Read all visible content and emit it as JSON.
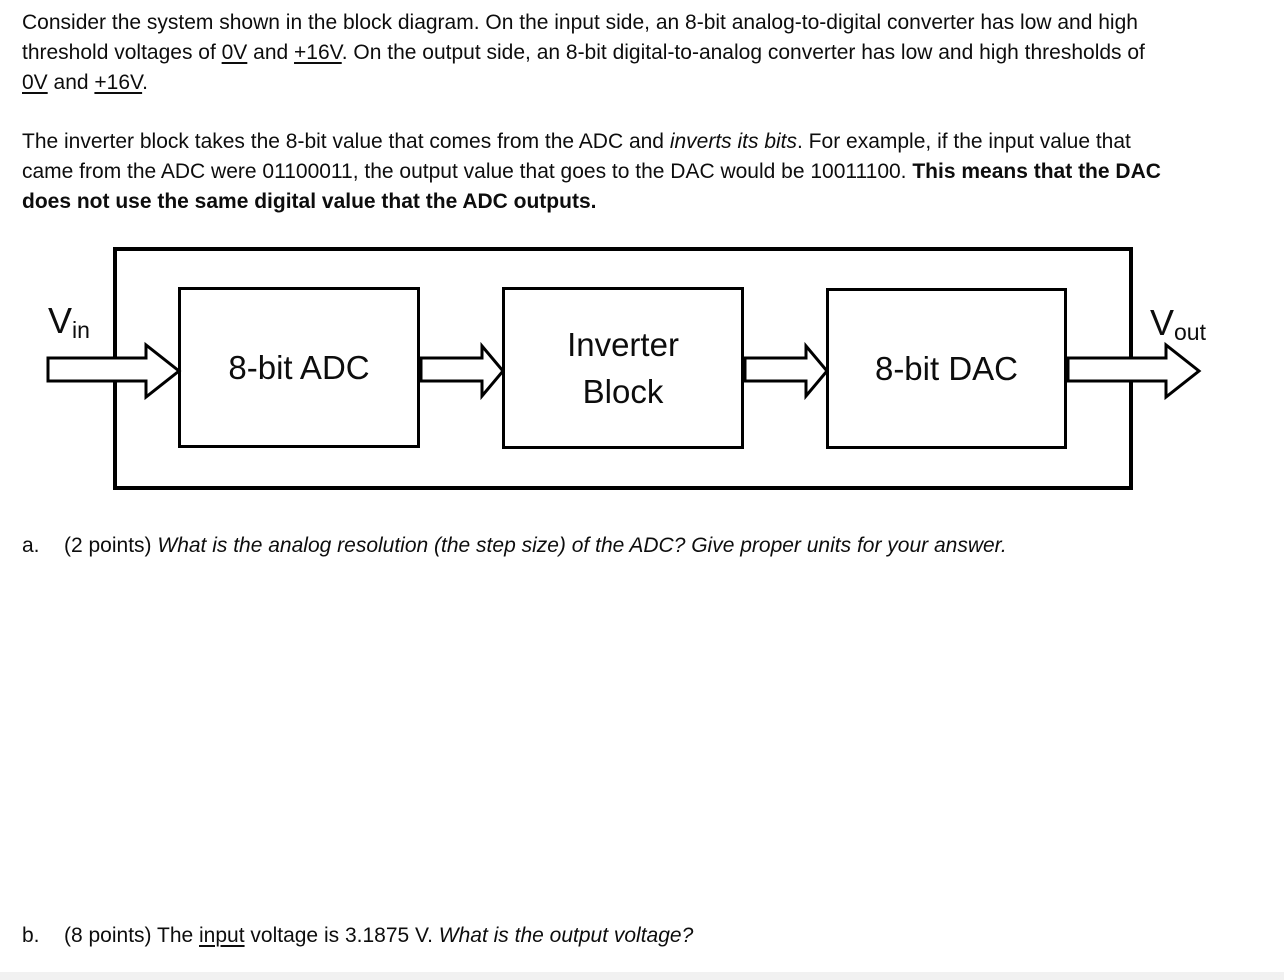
{
  "page": {
    "background": "#ffffff",
    "ink": "#0d0d0d"
  },
  "intro_p1": {
    "line1_text": "Consider the system shown in the block diagram. On the input side, an 8-bit analog-to-digital converter has low and high",
    "line2_text1": "threshold voltages of ",
    "line2_under1": "0V",
    "line2_text2": " and ",
    "line2_under2": "+16V",
    "line2_text3": ". On the output side, an 8-bit digital-to-analog converter has low and high thresholds of",
    "line3_under1": "0V",
    "line3_text1": " and ",
    "line3_under2": "+16V",
    "line3_text2": "."
  },
  "intro_p2": {
    "line1_text1": "The inverter block takes the 8-bit value that comes from the ADC and ",
    "line1_italic": "inverts its bits",
    "line1_text2": ". For example, if the input value that",
    "line2_text1": "came from the ADC were 01100011, the output value that goes to the DAC would be 10011100. ",
    "line2_bold": "This means that the DAC",
    "line3_bold": "does not use the same digital value that the ADC outputs."
  },
  "diagram": {
    "vin_base": "V",
    "vin_sub": "in",
    "vout_base": "V",
    "vout_sub": "out",
    "adc_label": "8-bit ADC",
    "inverter_label_line1": "Inverter",
    "inverter_label_line2": "Block",
    "dac_label": "8-bit DAC"
  },
  "question_a": {
    "marker": "a.",
    "prefix": "(2 points) ",
    "question": "What is the analog resolution (the step size) of the ADC? Give proper units for your answer."
  },
  "question_b": {
    "marker": "b.",
    "prefix": "(8 points) The ",
    "underlined": "input",
    "middle": " voltage is 3.1875 V. ",
    "question": "What is the output voltage?"
  }
}
